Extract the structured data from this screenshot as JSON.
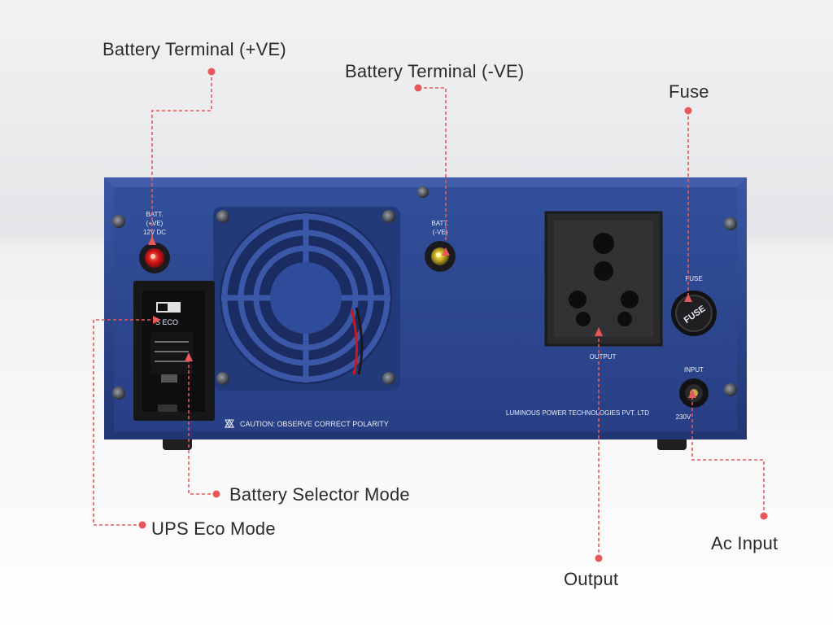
{
  "callouts": {
    "battery_positive": "Battery Terminal (+VE)",
    "battery_negative": "Battery Terminal (-VE)",
    "fuse": "Fuse",
    "battery_selector": "Battery Selector Mode",
    "ups_eco": "UPS Eco Mode",
    "ac_input": "Ac Input",
    "output": "Output"
  },
  "panel_text": {
    "batt_pos_1": "BATT.",
    "batt_pos_2": "(+VE)",
    "batt_pos_3": "12V DC",
    "batt_neg_1": "BATT.",
    "batt_neg_2": "(-VE)",
    "fuse": "FUSE",
    "fuse_cap": "FUSE",
    "output": "OUTPUT",
    "input": "INPUT",
    "voltage": "230V",
    "caution": "CAUTION: OBSERVE CORRECT POLARITY",
    "brand": "LUMINOUS POWER TECHNOLOGIES PVT. LTD",
    "switch_label": "S ECO"
  },
  "colors": {
    "panel_blue": "#2b4590",
    "leader_red": "#e8585a"
  }
}
